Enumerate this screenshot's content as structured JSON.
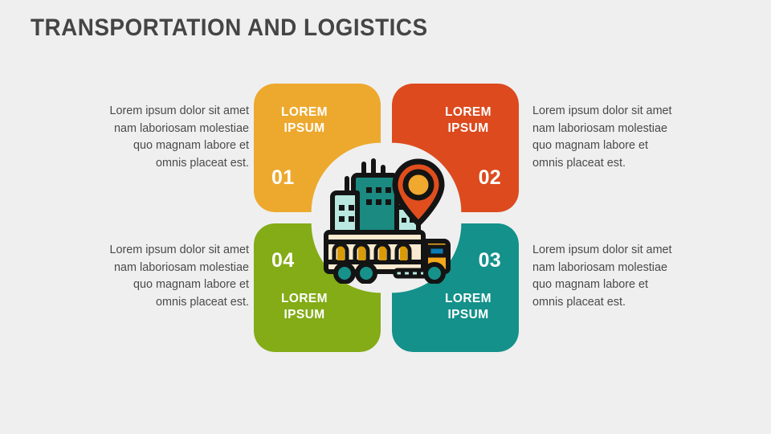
{
  "slide": {
    "title": "TRANSPORTATION AND LOGISTICS",
    "background_color": "#EFEFEF",
    "title_color": "#454545",
    "body_text_color": "#4A4A4A"
  },
  "diagram": {
    "type": "four-petal-pinwheel-infographic",
    "center_icon": "logistics-truck-city-location-icon",
    "petals": [
      {
        "number": "01",
        "label": "LOREM\nIPSUM",
        "color": "#EDA92E",
        "position": "top-left",
        "body": "Lorem ipsum dolor sit amet nam laboriosam molestiae quo magnam labore et omnis placeat est.",
        "body_align": "right"
      },
      {
        "number": "02",
        "label": "LOREM\nIPSUM",
        "color": "#DC4A1E",
        "position": "top-right",
        "body": "Lorem ipsum dolor sit amet nam laboriosam molestiae quo magnam labore et omnis placeat est.",
        "body_align": "left"
      },
      {
        "number": "03",
        "label": "LOREM\nIPSUM",
        "color": "#14918A",
        "position": "bottom-right",
        "body": "Lorem ipsum dolor sit amet nam laboriosam molestiae quo magnam labore et omnis placeat est.",
        "body_align": "left"
      },
      {
        "number": "04",
        "label": "LOREM\nIPSUM",
        "color": "#83AC16",
        "position": "bottom-left",
        "body": "Lorem ipsum dolor sit amet nam laboriosam molestiae quo magnam labore et omnis placeat est.",
        "body_align": "right"
      }
    ]
  },
  "icon_palette": {
    "outline": "#141414",
    "building_dark_teal": "#1B8A80",
    "building_light_mint": "#B8E8E0",
    "trailer_cream": "#FAEBD0",
    "cargo_bar": "#D99A06",
    "wheel_teal": "#17928B",
    "cab_yellow": "#F5A81C",
    "cab_window_blue": "#0C7CB5",
    "pin_body": "#E04E1E",
    "pin_center": "#F0A92E"
  }
}
